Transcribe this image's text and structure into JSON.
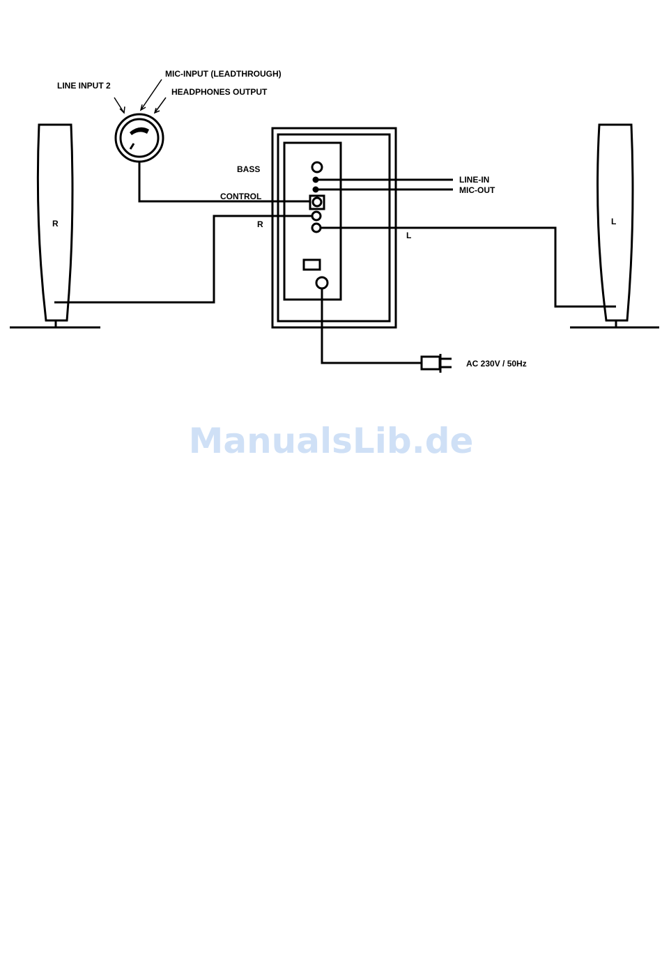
{
  "labels": {
    "line_input_2": "LINE INPUT 2",
    "mic_input": "MIC-INPUT (LEADTHROUGH)",
    "headphones_output": "HEADPHONES OUTPUT",
    "bass": "BASS",
    "control": "CONTROL",
    "r_center": "R",
    "line_in": "LINE-IN",
    "mic_out": "MIC-OUT",
    "l_center": "L",
    "ac_power": "AC 230V / 50Hz",
    "speaker_right": "R",
    "speaker_left": "L"
  },
  "watermark": "ManualsLib.de"
}
